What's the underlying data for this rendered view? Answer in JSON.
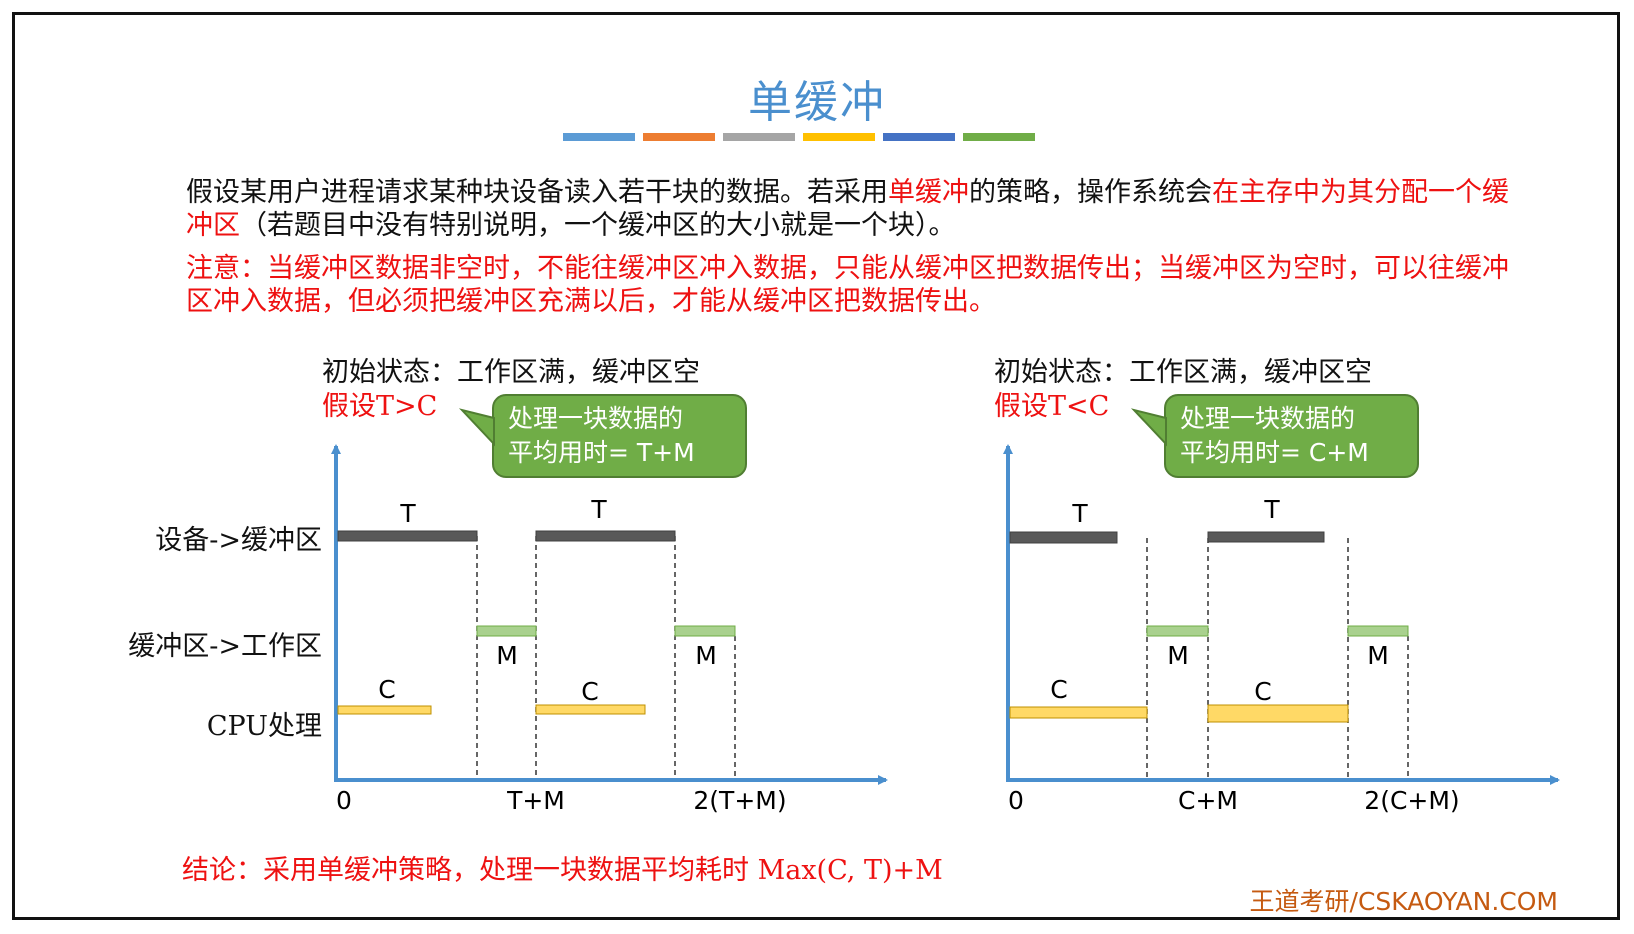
{
  "title": "单缓冲",
  "stripe_colors": [
    "#5b9bd5",
    "#ed7d31",
    "#a5a5a5",
    "#ffc000",
    "#4472c4",
    "#70ad47"
  ],
  "para1": {
    "s1": "假设某用户进程请求某种块设备读入若干块的数据。若采用",
    "s2": "单缓冲",
    "s3": "的策略，操作系统会",
    "s4": "在主存中为其分配一个缓冲区",
    "s5": "（若题目中没有特别说明，一个缓冲区的大小就是一个块）。"
  },
  "note": "注意：当缓冲区数据非空时，不能往缓冲区冲入数据，只能从缓冲区把数据传出；当缓冲区为空时，可以往缓冲区冲入数据，但必须把缓冲区充满以后，才能从缓冲区把数据传出。",
  "row_labels": {
    "device_to_buffer": "设备->缓冲区",
    "buffer_to_work": "缓冲区->工作区",
    "cpu": "CPU处理"
  },
  "left": {
    "initial_state": "初始状态：工作区满，缓冲区空",
    "assumption": "假设T>C",
    "callout_line1": "处理一块数据的",
    "callout_line2": "平均用时= T+M",
    "bar_labels": {
      "t1": "T",
      "t2": "T",
      "m1": "M",
      "m2": "M",
      "c1": "C",
      "c2": "C"
    },
    "ticks": [
      "0",
      "T+M",
      "2(T+M)"
    ]
  },
  "right": {
    "initial_state": "初始状态：工作区满，缓冲区空",
    "assumption": "假设T<C",
    "callout_line1": "处理一块数据的",
    "callout_line2": "平均用时= C+M",
    "bar_labels": {
      "t1": "T",
      "t2": "T",
      "m1": "M",
      "m2": "M",
      "c1": "C",
      "c2": "C"
    },
    "ticks": [
      "0",
      "C+M",
      "2(C+M)"
    ]
  },
  "conclusion": "结论：采用单缓冲策略，处理一块数据平均耗时 Max(C, T)+M",
  "brand": "王道考研/CSKAOYAN.COM",
  "colors": {
    "title": "#4a8fce",
    "axis": "#4a8fce",
    "t_bar": "#595959",
    "m_bar": "#a9d18e",
    "c_bar": "#ffd966",
    "callout": "#70ad47",
    "highlight": "#ee1111"
  }
}
